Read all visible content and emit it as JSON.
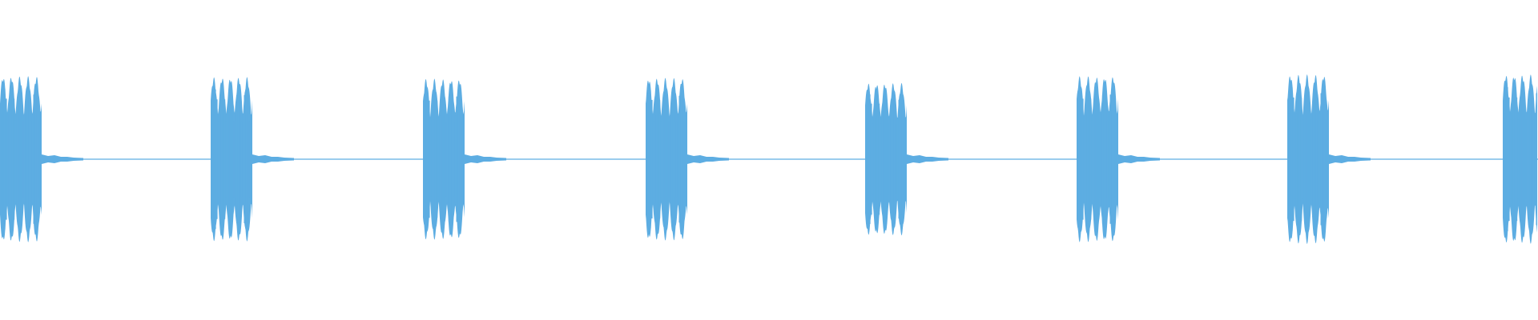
{
  "waveform": {
    "color": "#5dade2",
    "background": "#ffffff",
    "burst_count": 8,
    "burst_peak_levels": [
      0.98,
      0.97,
      0.95,
      0.96,
      0.9,
      0.98,
      1.0,
      1.0
    ]
  }
}
